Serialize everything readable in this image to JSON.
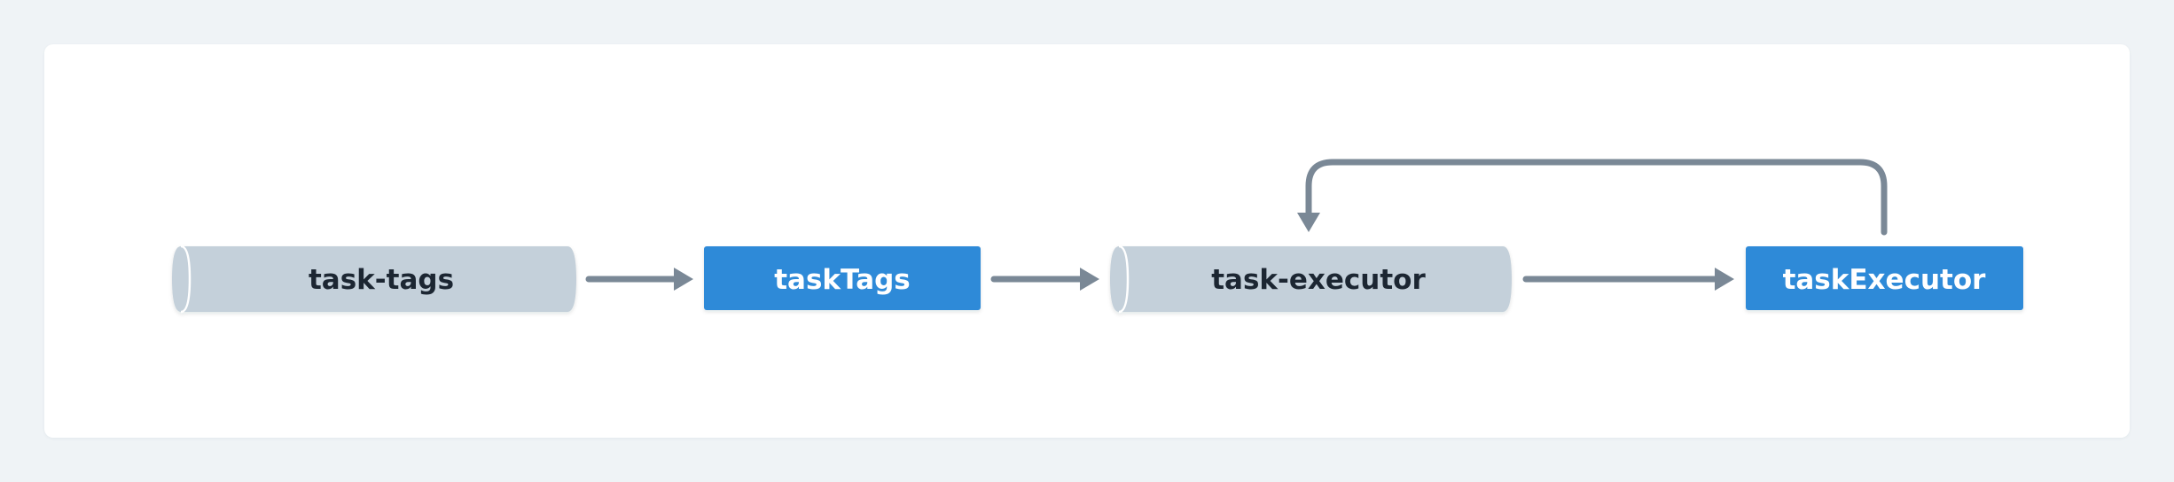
{
  "colors": {
    "background": "#eff3f6",
    "panel": "#ffffff",
    "topic_fill": "#c4d0da",
    "processor_fill": "#2e8ad8",
    "edge": "#7a8896",
    "topic_text": "#1c2733",
    "processor_text": "#ffffff"
  },
  "nodes": {
    "task_tags_topic": {
      "label": "task-tags",
      "kind": "topic"
    },
    "task_tags_processor": {
      "label": "taskTags",
      "kind": "processor"
    },
    "task_executor_topic": {
      "label": "task-executor",
      "kind": "topic"
    },
    "task_executor_processor": {
      "label": "taskExecutor",
      "kind": "processor"
    }
  },
  "edges": [
    {
      "from": "task-tags",
      "to": "taskTags"
    },
    {
      "from": "taskTags",
      "to": "task-executor"
    },
    {
      "from": "task-executor",
      "to": "taskExecutor"
    },
    {
      "from": "taskExecutor",
      "to": "task-executor"
    }
  ]
}
